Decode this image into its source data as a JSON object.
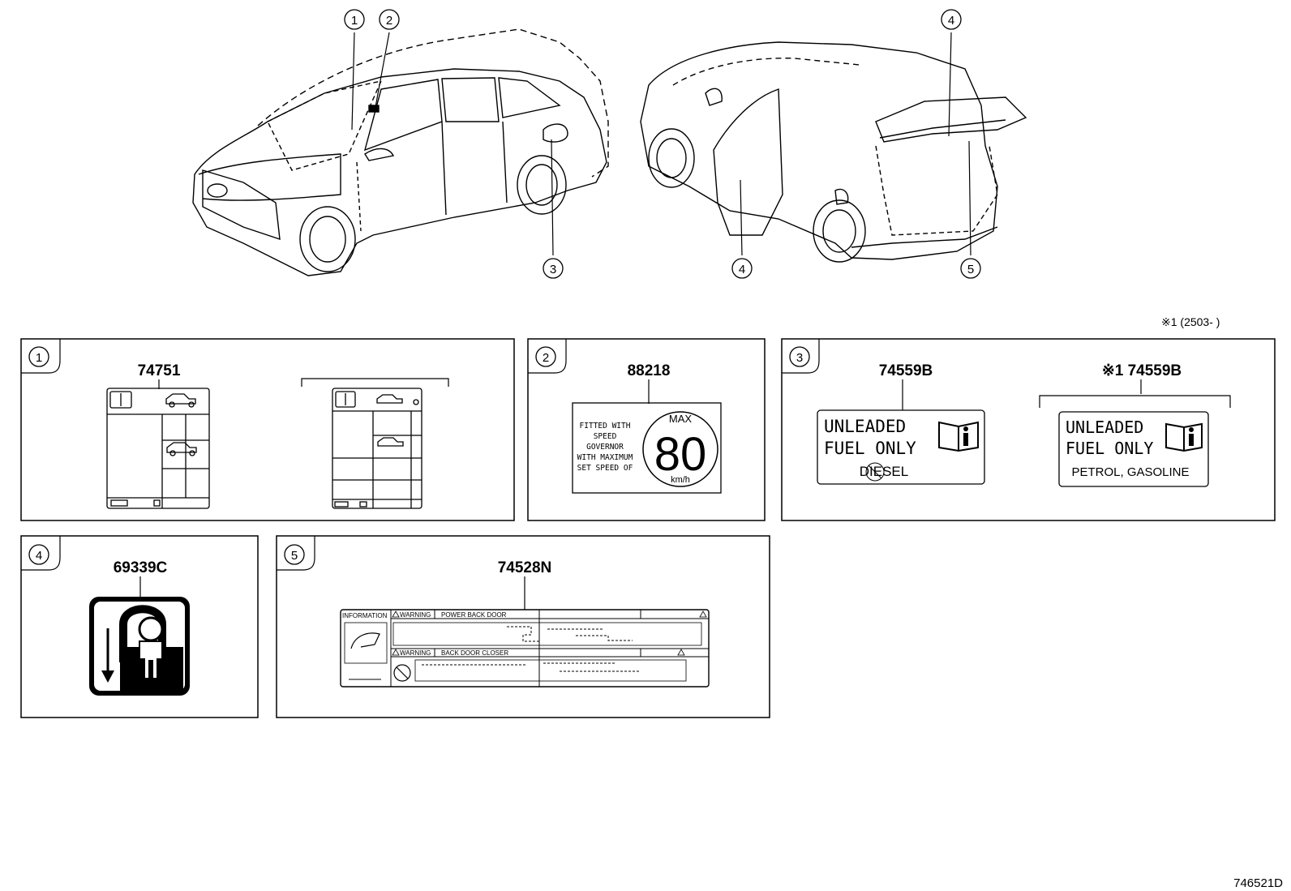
{
  "callouts_top": [
    "1",
    "2",
    "3",
    "4",
    "4",
    "5"
  ],
  "note_top": "※1 (2503-      )",
  "footer_code": "746521D",
  "panels": [
    {
      "num": "1",
      "part": "74751"
    },
    {
      "num": "2",
      "part": "88218",
      "label_lines": [
        "FITTED WITH",
        "SPEED",
        "GOVERNOR",
        "WITH MAXIMUM",
        "SET SPEED OF"
      ],
      "max_label": "MAX",
      "speed": "80",
      "unit": "km/h"
    },
    {
      "num": "3",
      "part": "74559B",
      "part_alt": "※1 74559B",
      "fuel_line1": "UNLEADED",
      "fuel_line2": "FUEL ONLY",
      "fuel_sub_a": "DIESEL",
      "fuel_sub_b": "PETROL, GASOLINE"
    },
    {
      "num": "4",
      "part": "69339C"
    },
    {
      "num": "5",
      "part": "74528N",
      "texts": [
        "INFORMATION",
        "WARNING",
        "POWER BACK DOOR",
        "WARNING",
        "BACK DOOR CLOSER"
      ]
    }
  ]
}
